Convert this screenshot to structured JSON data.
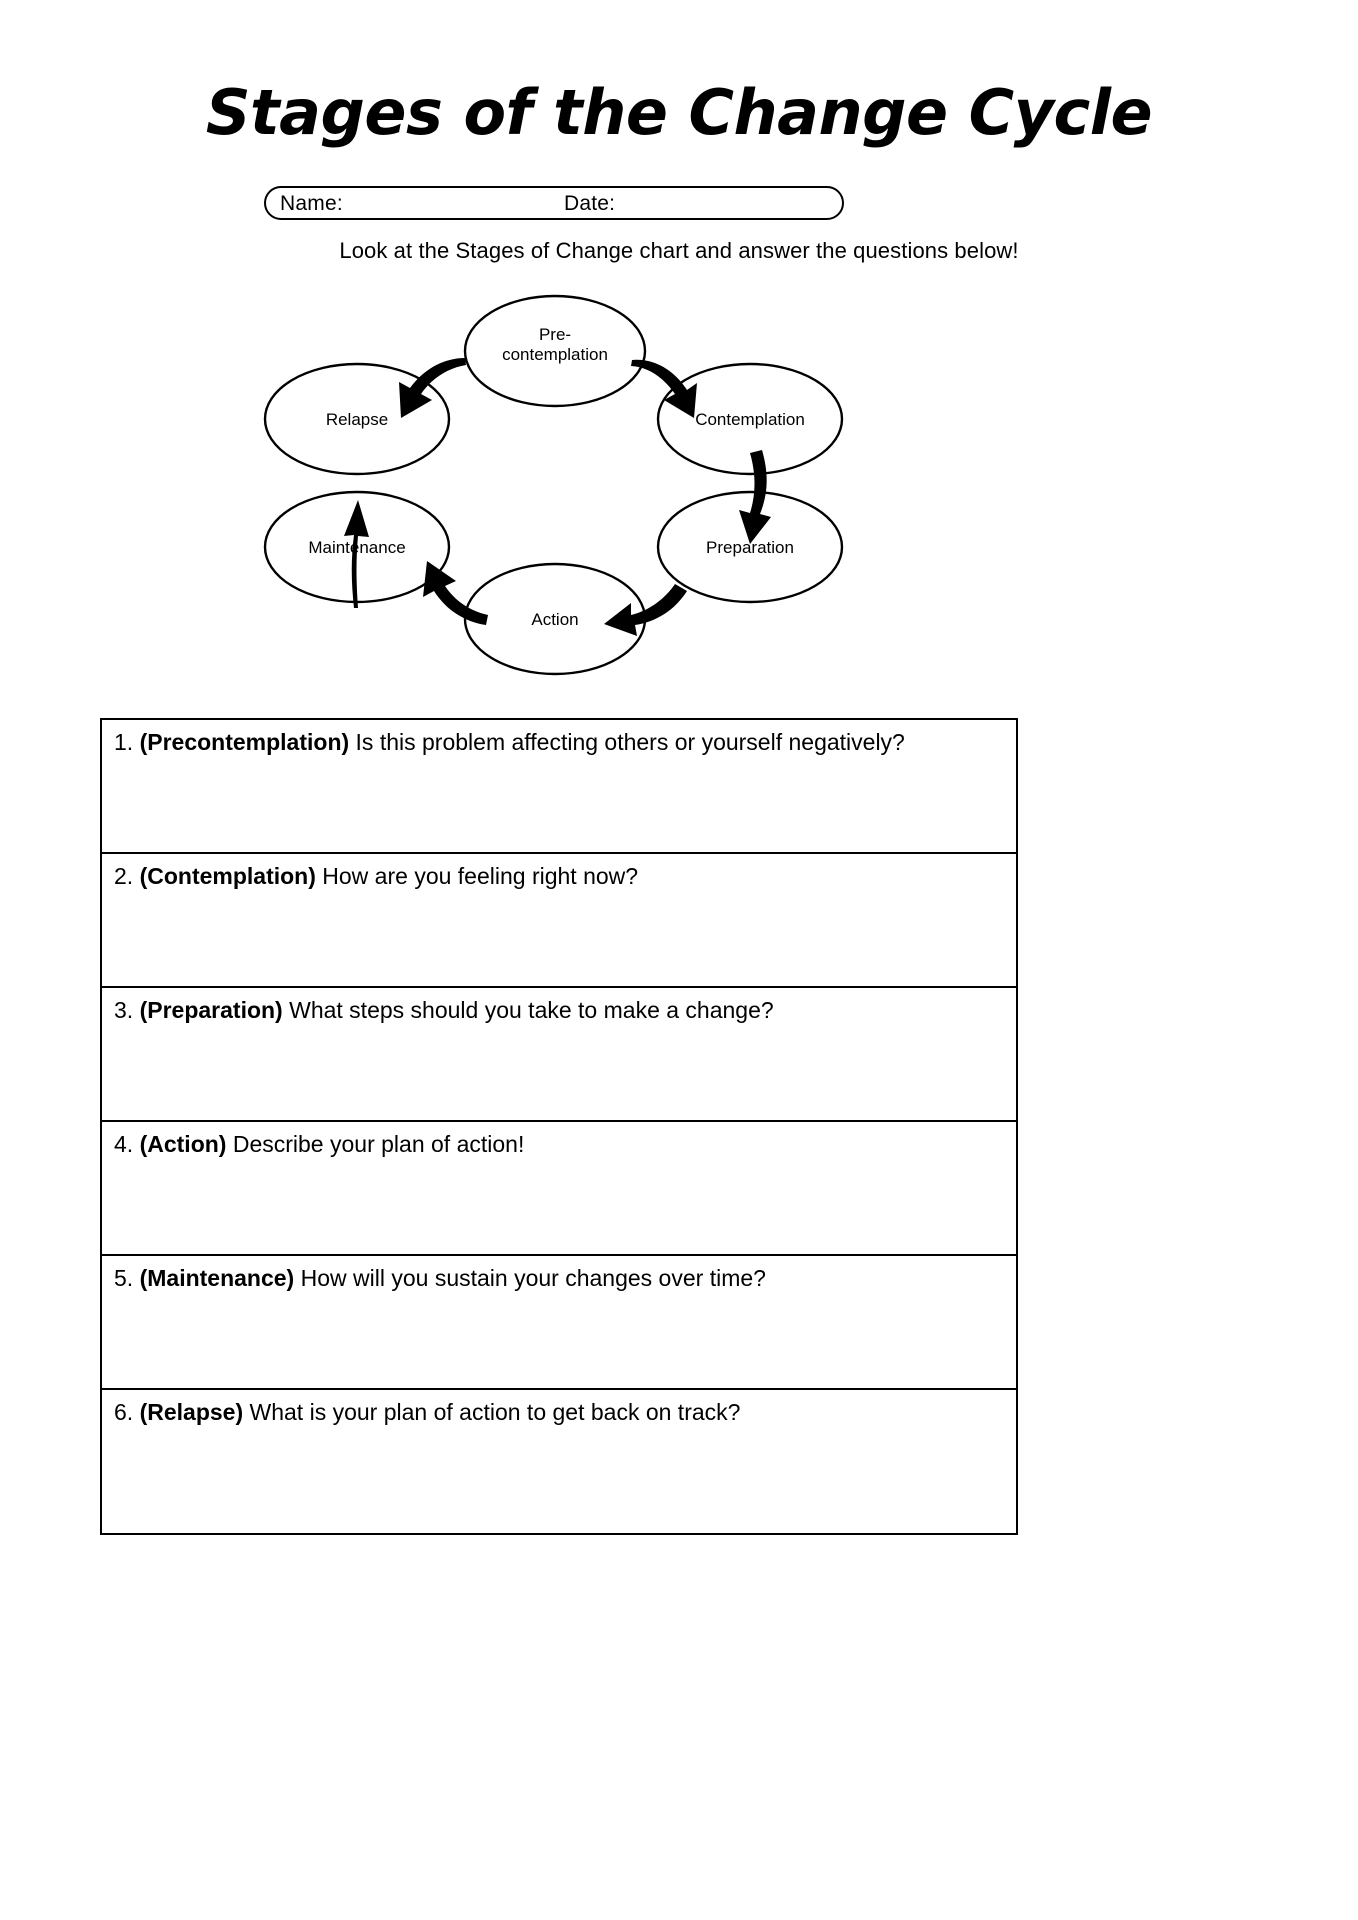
{
  "worksheet": {
    "title": "Stages of the Change Cycle",
    "name_label": "Name:",
    "date_label": "Date:",
    "instruction": "Look at the Stages of Change chart and answer the questions below!"
  },
  "diagram": {
    "type": "cycle",
    "nodes": [
      {
        "id": "precontemplation",
        "label_line1": "Pre-",
        "label_line2": "contemplation"
      },
      {
        "id": "contemplation",
        "label": "Contemplation"
      },
      {
        "id": "preparation",
        "label": "Preparation"
      },
      {
        "id": "action",
        "label": "Action"
      },
      {
        "id": "maintenance",
        "label": "Maintenance"
      },
      {
        "id": "relapse",
        "label": "Relapse"
      }
    ],
    "edges": [
      {
        "from": "precontemplation",
        "to": "contemplation"
      },
      {
        "from": "contemplation",
        "to": "preparation"
      },
      {
        "from": "preparation",
        "to": "action"
      },
      {
        "from": "action",
        "to": "maintenance"
      },
      {
        "from": "maintenance",
        "to": "relapse"
      },
      {
        "from": "relapse",
        "to": "precontemplation"
      }
    ]
  },
  "questions": [
    {
      "number": "1.",
      "stage": "(Precontemplation)",
      "text": "Is this problem affecting others or yourself negatively?"
    },
    {
      "number": "2.",
      "stage": "(Contemplation)",
      "text": "How are you feeling right now?"
    },
    {
      "number": "3.",
      "stage": "(Preparation)",
      "text": "What steps should you take to make a change?"
    },
    {
      "number": "4.",
      "stage": "(Action)",
      "text": "Describe your plan of action!"
    },
    {
      "number": "5.",
      "stage": "(Maintenance)",
      "text": "How will you sustain your changes over time?"
    },
    {
      "number": "6.",
      "stage": "(Relapse)",
      "text": "What is your plan of action to get back on track?"
    }
  ],
  "colors": {
    "ink": "#000000",
    "paper": "#ffffff"
  }
}
